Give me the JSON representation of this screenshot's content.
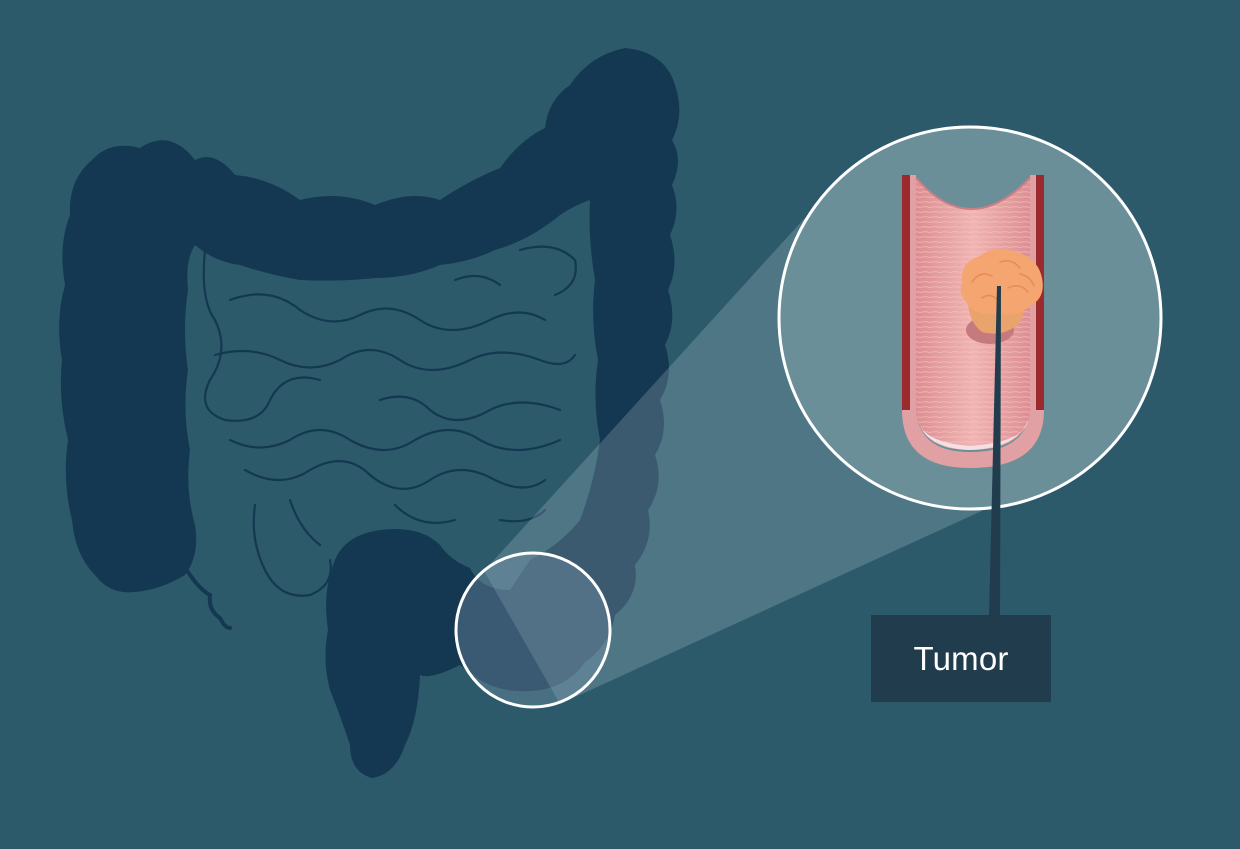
{
  "labels": {
    "tumor": "Tumor"
  },
  "colors": {
    "background": "#2c5a6b",
    "large_intestine": "#143852",
    "small_intestine_outline": "#143852",
    "magnifier_ring": "#ffffff",
    "tube_wall": "#9b2a2e",
    "tube_lining": "#e8a4a4",
    "tumor": "#f5a56f",
    "label_box": "#213c4c",
    "label_text": "#ffffff"
  },
  "icons": [
    "large-intestine-illustration",
    "small-intestine-illustration",
    "magnifier-circle",
    "colon-cross-section",
    "tumor-growth"
  ]
}
